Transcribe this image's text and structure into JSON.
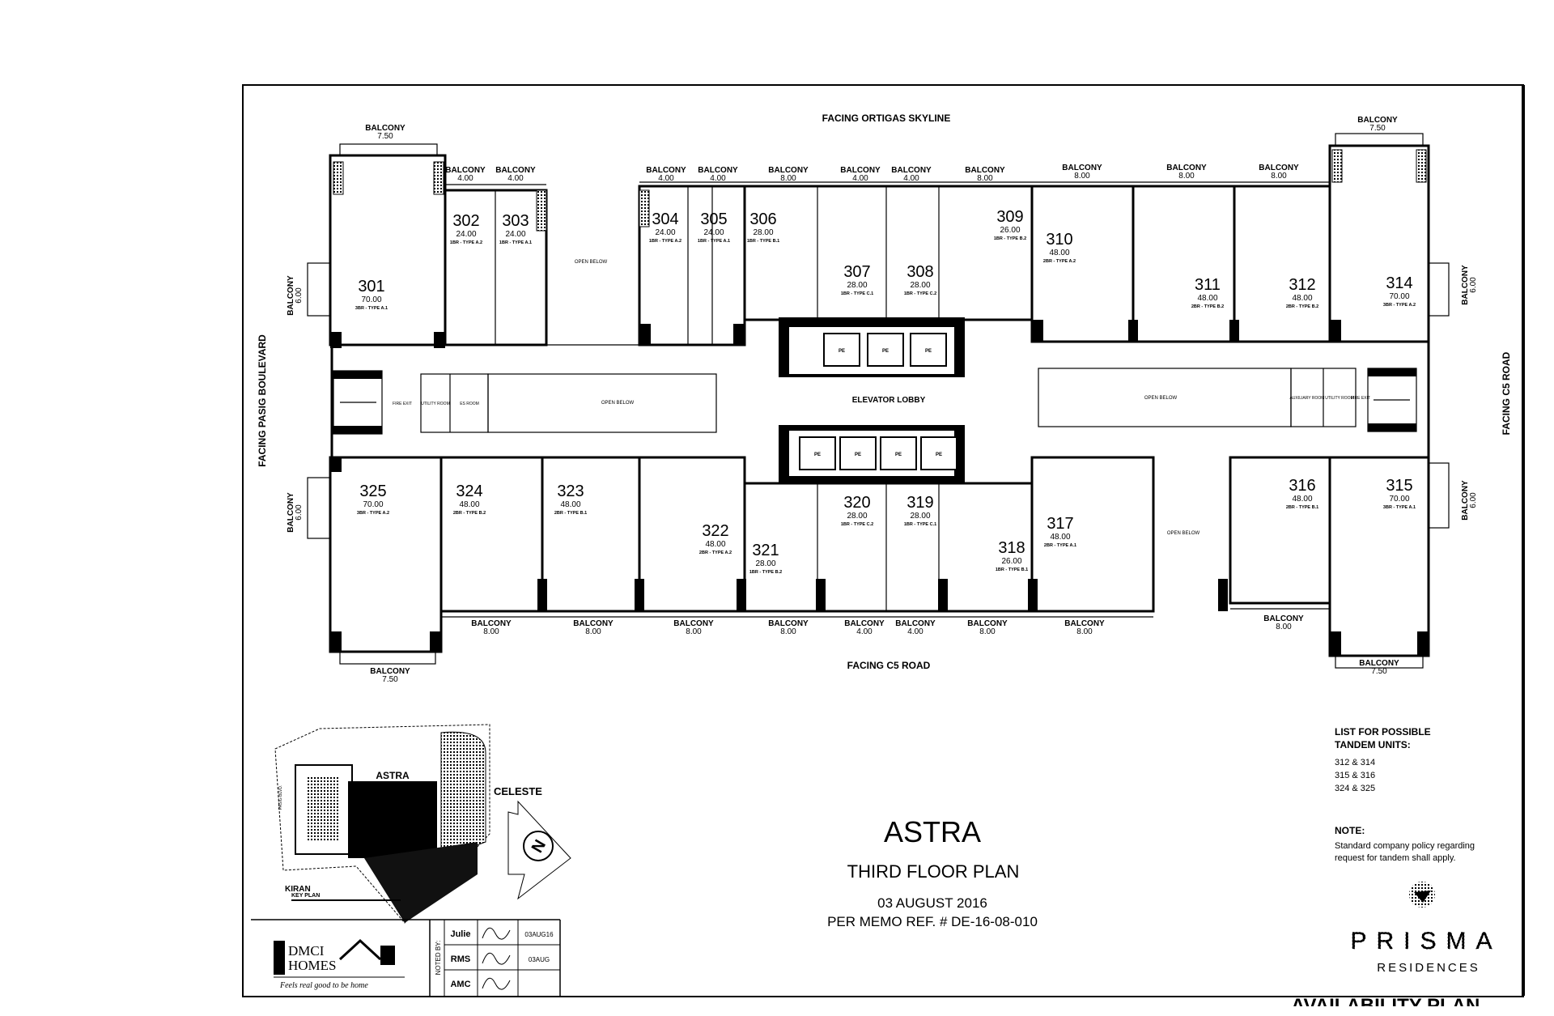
{
  "facing": {
    "top": "FACING ORTIGAS SKYLINE",
    "bottom": "FACING C5 ROAD",
    "left": "FACING PASIG BOULEVARD",
    "right": "FACING C5 ROAD"
  },
  "units": [
    {
      "no": "301",
      "area": "70.00",
      "type": "3BR - TYPE A.1"
    },
    {
      "no": "302",
      "area": "24.00",
      "type": "1BR - TYPE A.2"
    },
    {
      "no": "303",
      "area": "24.00",
      "type": "1BR - TYPE A.1"
    },
    {
      "no": "304",
      "area": "24.00",
      "type": "1BR - TYPE A.2"
    },
    {
      "no": "305",
      "area": "24.00",
      "type": "1BR - TYPE A.1"
    },
    {
      "no": "306",
      "area": "28.00",
      "type": "1BR - TYPE B.1"
    },
    {
      "no": "307",
      "area": "28.00",
      "type": "1BR - TYPE C.1"
    },
    {
      "no": "308",
      "area": "28.00",
      "type": "1BR - TYPE C.2"
    },
    {
      "no": "309",
      "area": "26.00",
      "type": "1BR - TYPE B.2"
    },
    {
      "no": "310",
      "area": "48.00",
      "type": "2BR - TYPE A.2"
    },
    {
      "no": "311",
      "area": "48.00",
      "type": "2BR - TYPE B.2"
    },
    {
      "no": "312",
      "area": "48.00",
      "type": "2BR - TYPE B.2"
    },
    {
      "no": "314",
      "area": "70.00",
      "type": "3BR - TYPE A.2"
    },
    {
      "no": "315",
      "area": "70.00",
      "type": "3BR - TYPE A.1"
    },
    {
      "no": "316",
      "area": "48.00",
      "type": "2BR - TYPE B.1"
    },
    {
      "no": "317",
      "area": "48.00",
      "type": "2BR - TYPE A.1"
    },
    {
      "no": "318",
      "area": "26.00",
      "type": "1BR - TYPE B.1"
    },
    {
      "no": "319",
      "area": "28.00",
      "type": "1BR - TYPE C.1"
    },
    {
      "no": "320",
      "area": "28.00",
      "type": "1BR - TYPE C.2"
    },
    {
      "no": "321",
      "area": "28.00",
      "type": "1BR - TYPE B.2"
    },
    {
      "no": "322",
      "area": "48.00",
      "type": "2BR - TYPE A.2"
    },
    {
      "no": "323",
      "area": "48.00",
      "type": "2BR - TYPE B.1"
    },
    {
      "no": "324",
      "area": "48.00",
      "type": "2BR - TYPE B.2"
    },
    {
      "no": "325",
      "area": "70.00",
      "type": "3BR - TYPE A.2"
    }
  ],
  "balconies": [
    {
      "label": "BALCONY",
      "size": "7.50"
    },
    {
      "label": "BALCONY",
      "size": "4.00"
    },
    {
      "label": "BALCONY",
      "size": "4.00"
    },
    {
      "label": "BALCONY",
      "size": "4.00"
    },
    {
      "label": "BALCONY",
      "size": "4.00"
    },
    {
      "label": "BALCONY",
      "size": "8.00"
    },
    {
      "label": "BALCONY",
      "size": "4.00"
    },
    {
      "label": "BALCONY",
      "size": "4.00"
    },
    {
      "label": "BALCONY",
      "size": "8.00"
    },
    {
      "label": "BALCONY",
      "size": "8.00"
    },
    {
      "label": "BALCONY",
      "size": "8.00"
    },
    {
      "label": "BALCONY",
      "size": "8.00"
    },
    {
      "label": "BALCONY",
      "size": "7.50"
    },
    {
      "label": "BALCONY",
      "size": "8.00"
    },
    {
      "label": "BALCONY",
      "size": "8.00"
    },
    {
      "label": "BALCONY",
      "size": "8.00"
    },
    {
      "label": "BALCONY",
      "size": "8.00"
    },
    {
      "label": "BALCONY",
      "size": "4.00"
    },
    {
      "label": "BALCONY",
      "size": "4.00"
    },
    {
      "label": "BALCONY",
      "size": "8.00"
    },
    {
      "label": "BALCONY",
      "size": "8.00"
    },
    {
      "label": "BALCONY",
      "size": "8.00"
    },
    {
      "label": "BALCONY",
      "size": "7.50"
    },
    {
      "label": "BALCONY",
      "size": "7.50"
    }
  ],
  "side_balconies": [
    {
      "label": "BALCONY",
      "size": "6.00"
    },
    {
      "label": "BALCONY",
      "size": "6.00"
    },
    {
      "label": "BALCONY",
      "size": "6.00"
    },
    {
      "label": "BALCONY",
      "size": "6.00"
    }
  ],
  "rooms": {
    "open_below": "OPEN BELOW",
    "elevator_lobby": "ELEVATOR LOBBY",
    "fire_exit": "FIRE EXIT",
    "utility_room": "UTILITY ROOM",
    "es_room": "ES ROOM",
    "auxiliary_room": "AUXILIARY ROOM",
    "pe": "PE"
  },
  "title": {
    "project": "ASTRA",
    "plan": "THIRD FLOOR PLAN",
    "date": "03 AUGUST 2016",
    "memo": "PER MEMO REF. # DE-16-08-010"
  },
  "tandem": {
    "heading1": "LIST FOR POSSIBLE",
    "heading2": "TANDEM UNITS:",
    "items": [
      "312 & 314",
      "315 & 316",
      "324 & 325"
    ]
  },
  "note": {
    "heading": "NOTE:",
    "line1": "Standard company policy regarding",
    "line2": "request for tandem shall apply."
  },
  "key_plan": {
    "astra": "ASTRA",
    "celeste": "CELESTE",
    "kirran": "KIRAN",
    "label": "KEY PLAN",
    "road": "PASIG BLVD.",
    "north": "N"
  },
  "logo": {
    "brand1": "DMCI",
    "brand2": "HOMES",
    "tagline": "Feels real good to be home",
    "prisma": "PRISMA",
    "residences": "RESIDENCES"
  },
  "signoff": {
    "vertical_label": "NOTED BY:",
    "rows": [
      {
        "name": "Julie",
        "date": "03AUG16"
      },
      {
        "name": "RMS",
        "date": "03AUG"
      },
      {
        "name": "AMC",
        "date": ""
      }
    ]
  },
  "footer_cut": "AVAILABILITY PLAN"
}
